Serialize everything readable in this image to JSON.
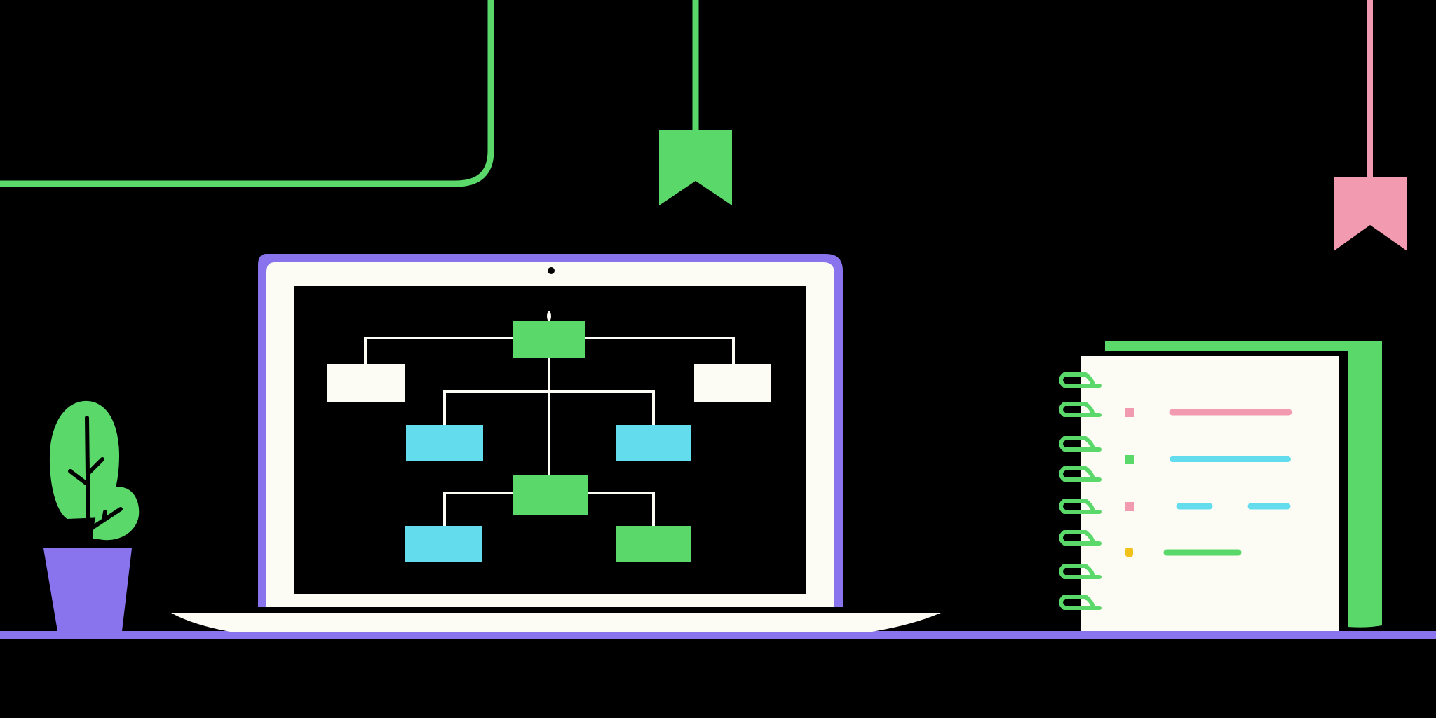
{
  "scene": {
    "background": "#000000",
    "colors": {
      "green": "#5bd86a",
      "purple": "#8a74ee",
      "pink": "#f29bb0",
      "cyan": "#63dcee",
      "cream": "#fcfbf4",
      "yellow": "#f2c21b",
      "black": "#000000"
    },
    "elements": {
      "hanging_wire": "green",
      "bookmark_tags": [
        "green",
        "pink"
      ],
      "laptop_bezel": "purple",
      "plant_pot": "purple",
      "plant_leaves": "green",
      "notebook_cover": "green",
      "notebook_rings": "green",
      "shelf": "purple"
    },
    "diagram_box_colors": [
      "green",
      "cream",
      "cream",
      "cyan",
      "cyan",
      "green",
      "cyan",
      "green"
    ],
    "notebook_list_markers": [
      "pink",
      "green",
      "pink",
      "yellow"
    ],
    "notebook_list_lines": [
      "pink",
      "cyan",
      "cyan",
      "green"
    ]
  }
}
